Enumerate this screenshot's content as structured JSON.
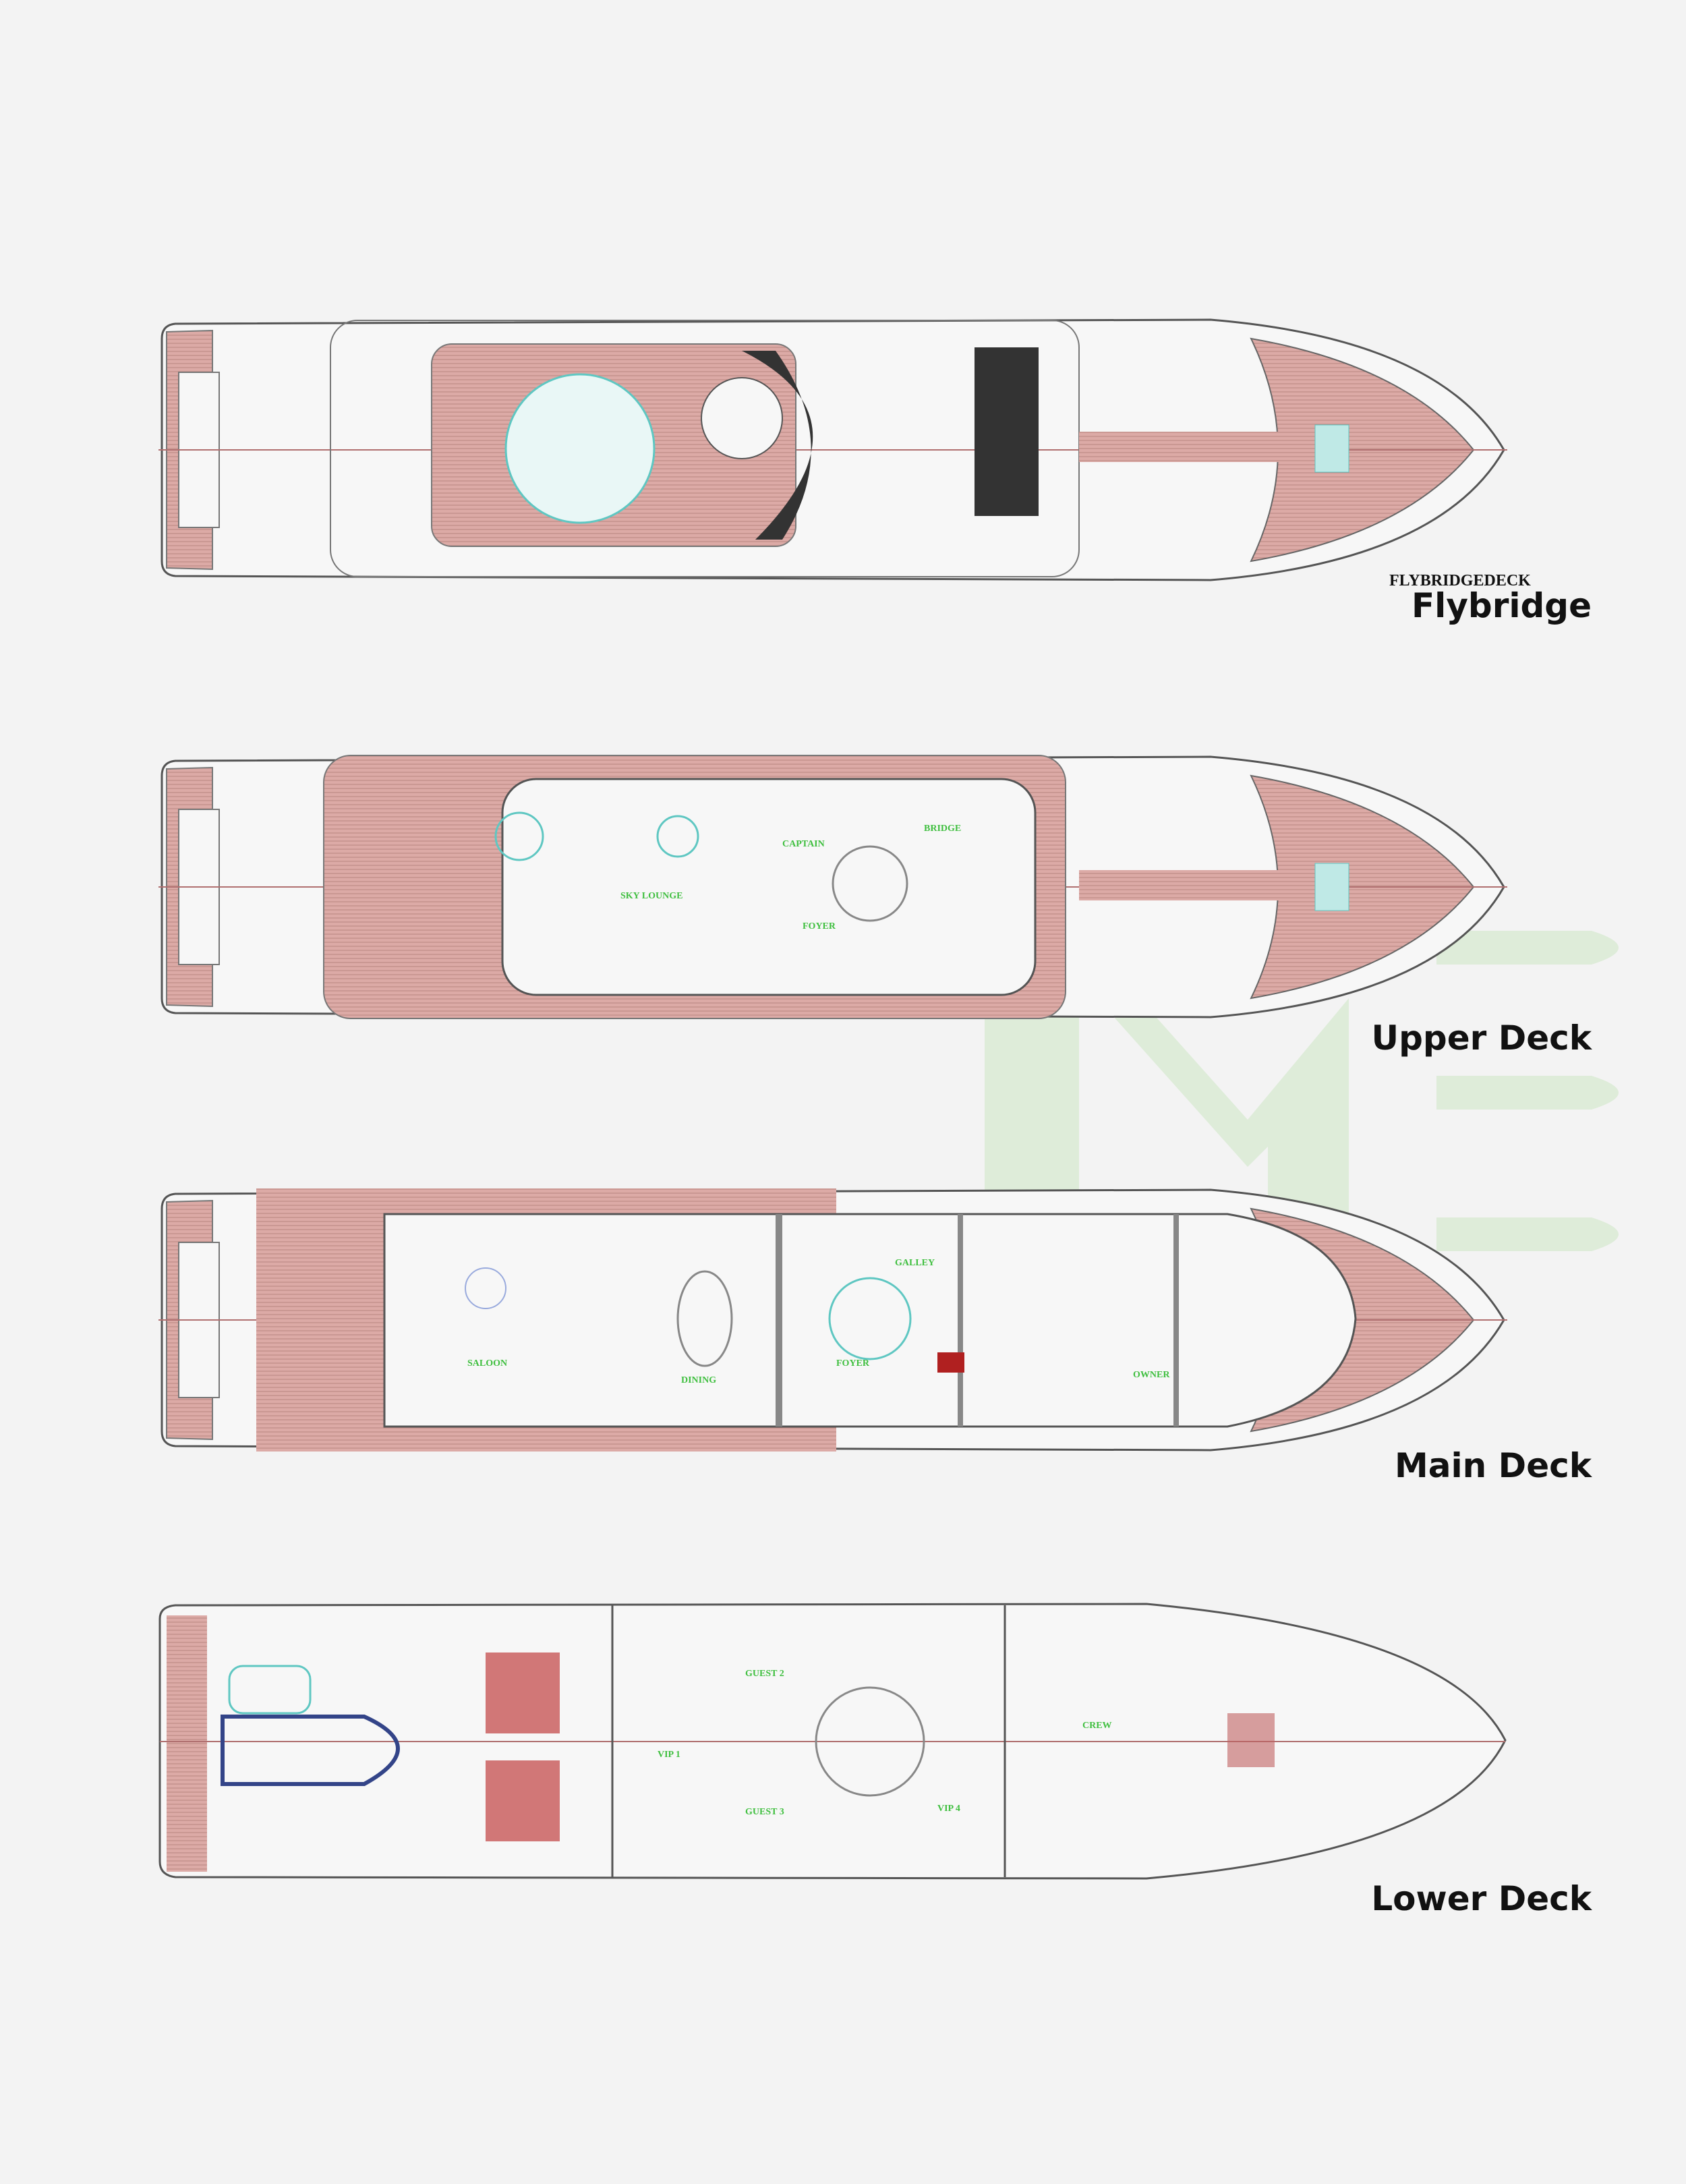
{
  "colors": {
    "background": "#f3f3f3",
    "deck_teak": "#d9a8a4",
    "hull_line": "#555555",
    "interior_line": "#5fc7c2",
    "room_label": "#3fbf3f",
    "machinery": "#b02020",
    "watermark": "#dcebd6"
  },
  "decks": [
    {
      "label": "Flybridge",
      "cad_title": "FLYBRIDGEDECK",
      "rooms": []
    },
    {
      "label": "Upper Deck",
      "rooms": [
        "SKY LOUNGE",
        "CAPTAIN",
        "BRIDGE",
        "FOYER"
      ]
    },
    {
      "label": "Main Deck",
      "rooms": [
        "SALOON",
        "DINING",
        "FOYER",
        "GALLEY",
        "OWNER"
      ]
    },
    {
      "label": "Lower Deck",
      "rooms": [
        "VIP 1",
        "GUEST 2",
        "GUEST 3",
        "VIP 4",
        "CREW"
      ]
    }
  ]
}
